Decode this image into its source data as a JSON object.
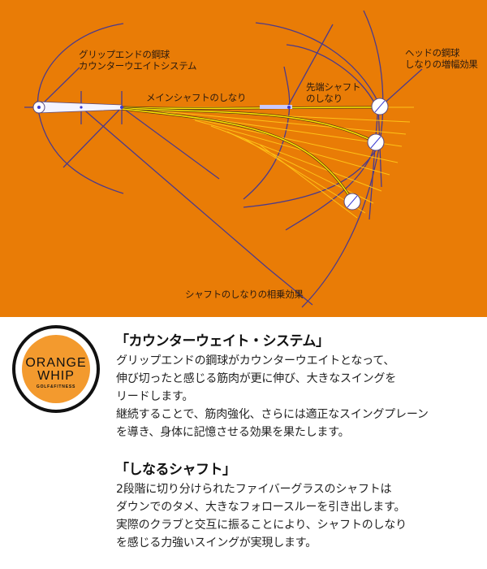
{
  "diagram": {
    "background_color": "#e97c06",
    "line_color": "#4b3a8c",
    "shaft_highlight_color": "#ffe800",
    "labels": {
      "grip_end": [
        "グリップエンドの鋼球",
        "カウンターウエイトシステム"
      ],
      "main_shaft": "メインシャフトのしなり",
      "tip_shaft": [
        "先端シャフト",
        "のしなり"
      ],
      "head": [
        "ヘッドの鋼球",
        "しなりの増幅効果"
      ],
      "combined": "シャフトのしなりの相乗効果"
    }
  },
  "logo": {
    "line1": "ORANGE",
    "line2": "WHIP",
    "line3": "GOLF&FITNESS",
    "icon": "orange-whip-logo"
  },
  "sections": [
    {
      "title": "「カウンターウェイト・システム」",
      "lines": [
        "グリップエンドの鋼球がカウンターウエイトとなって、",
        "伸び切ったと感じる筋肉が更に伸び、大きなスイングを",
        "リードします。",
        "継続することで、筋肉強化、さらには適正なスイングプレーン",
        "を導き、身体に記憶させる効果を果たします。"
      ]
    },
    {
      "title": "「しなるシャフト」",
      "lines": [
        "2段階に切り分けられたファイバーグラスのシャフトは",
        "ダウンでのタメ、大きなフォロースルーを引き出します。",
        "実際のクラブと交互に振ることにより、シャフトのしなり",
        "を感じる力強いスイングが実現します。"
      ]
    }
  ]
}
